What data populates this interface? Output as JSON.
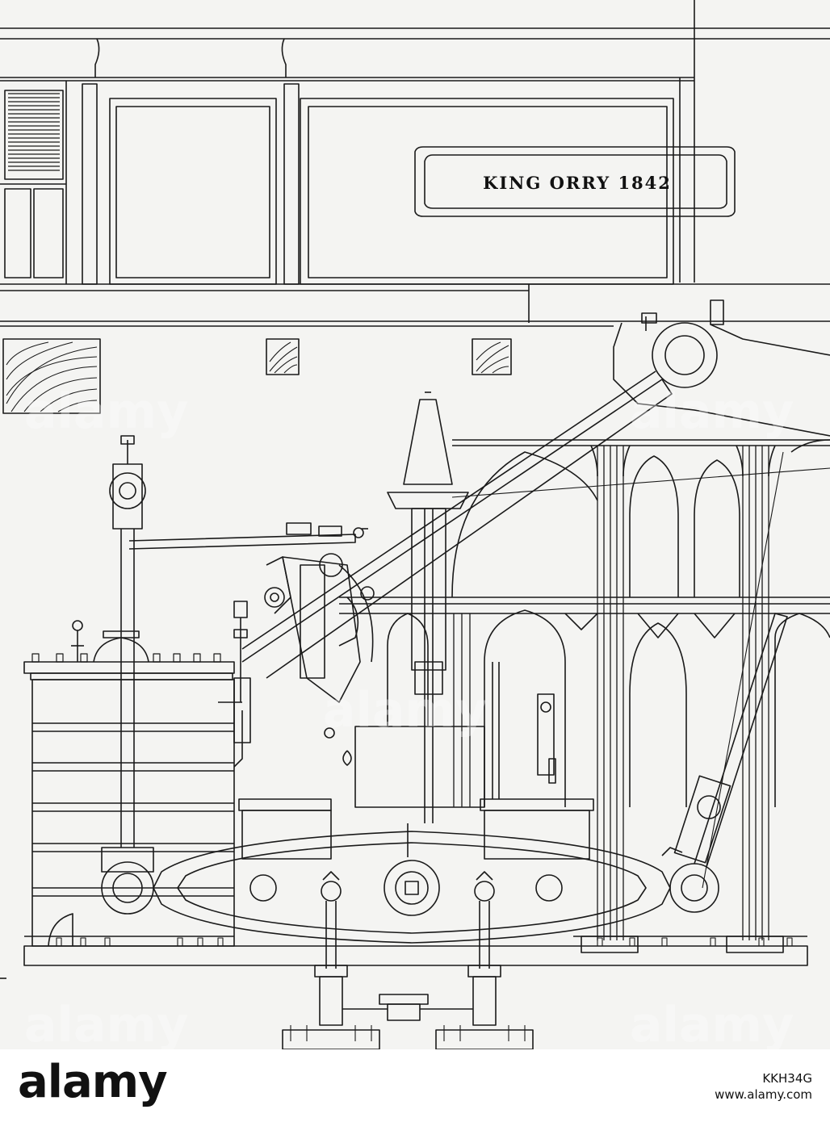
{
  "drawing": {
    "title_plate": "KING ORRY 1842"
  },
  "watermark": {
    "text": "alamy"
  },
  "footer": {
    "logo": "alamy",
    "image_id": "KKH34G",
    "url": "www.alamy.com"
  },
  "colors": {
    "paper": "#f4f4f2",
    "ink": "#1a1a1a",
    "footer_bg": "#ffffff"
  }
}
